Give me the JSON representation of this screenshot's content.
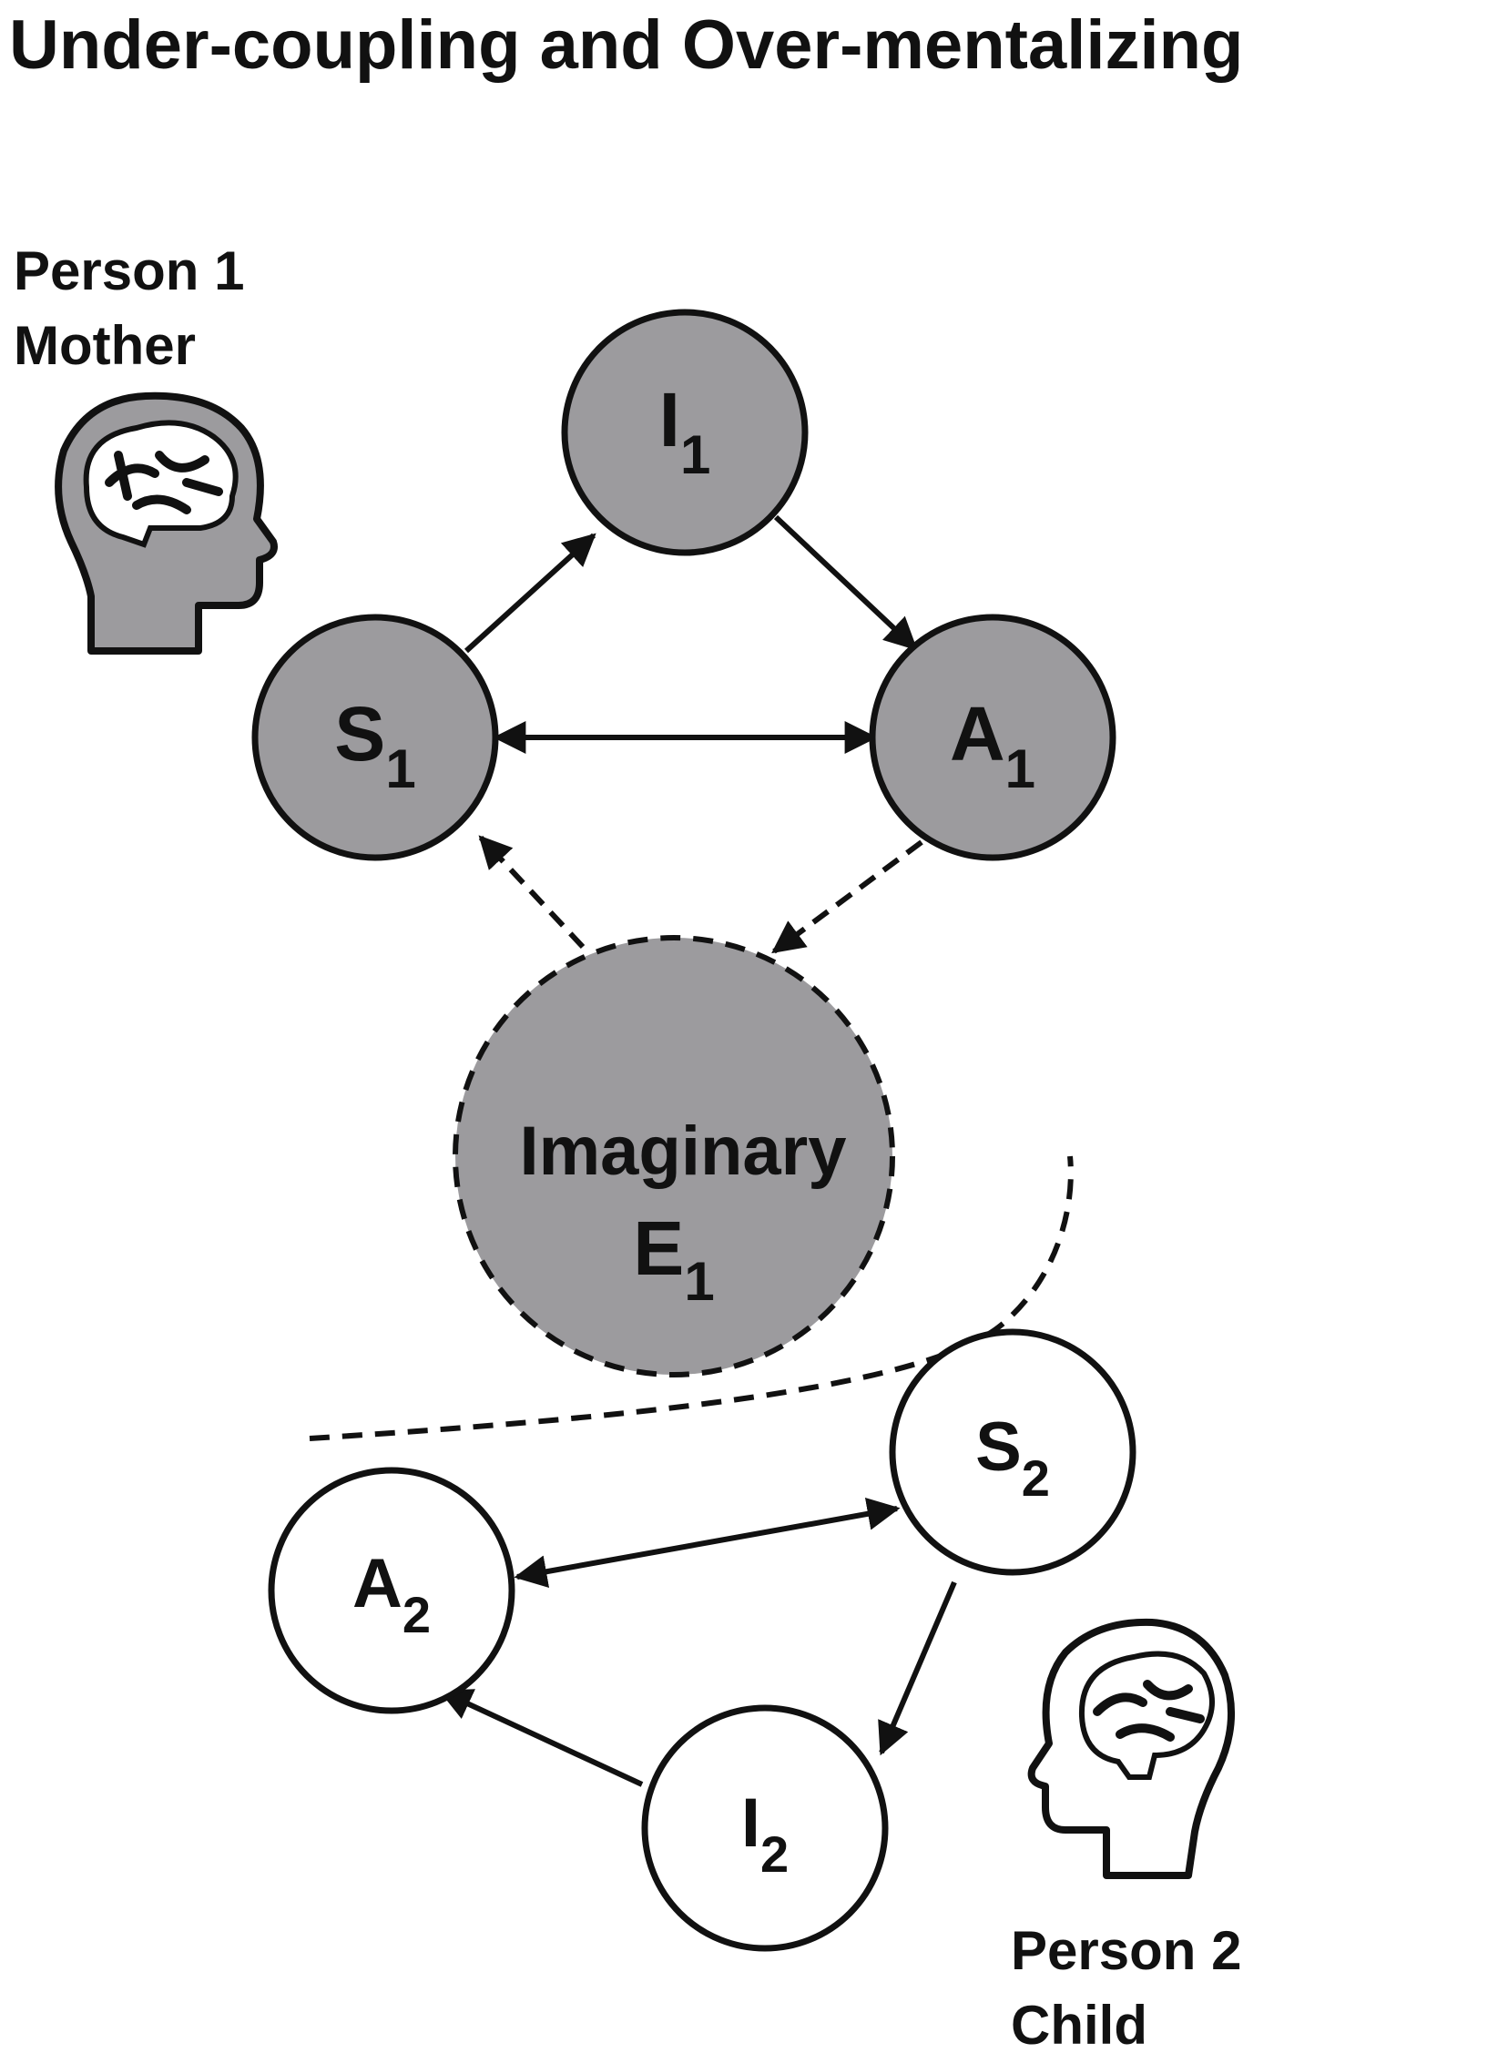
{
  "title": "Under-coupling and Over-mentalizing",
  "person1": {
    "line1": "Person 1",
    "line2": "Mother"
  },
  "person2": {
    "line1": "Person 2",
    "line2": "Child"
  },
  "nodes": {
    "i1": {
      "letter": "I",
      "sub": "1"
    },
    "s1": {
      "letter": "S",
      "sub": "1"
    },
    "a1": {
      "letter": "A",
      "sub": "1"
    },
    "e1": {
      "line1": "Imaginary",
      "letter": "E",
      "sub": "1"
    },
    "s2": {
      "letter": "S",
      "sub": "2"
    },
    "a2": {
      "letter": "A",
      "sub": "2"
    },
    "i2": {
      "letter": "I",
      "sub": "2"
    }
  },
  "colors": {
    "person1_fill": "#9c9b9e",
    "person2_fill": "#ffffff",
    "stroke": "#111111"
  },
  "icons": [
    "mother-head-brain-icon",
    "child-head-brain-icon"
  ]
}
